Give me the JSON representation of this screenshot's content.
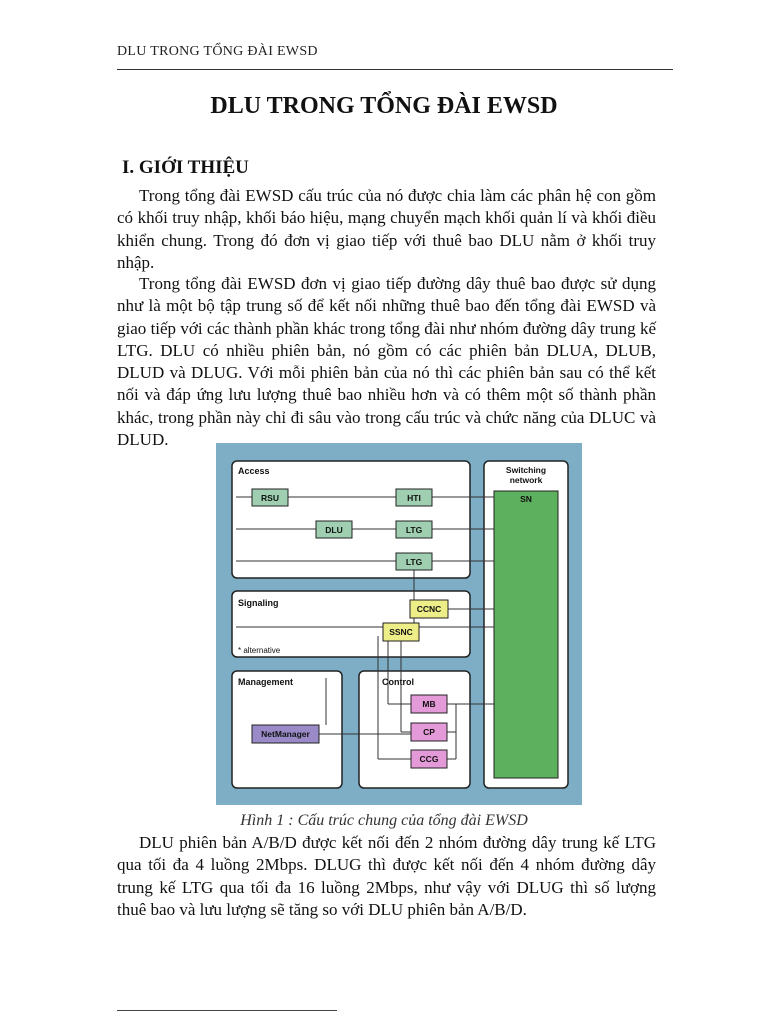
{
  "header": {
    "running_title": "DLU TRONG TỔNG ĐÀI EWSD"
  },
  "document": {
    "title": "DLU TRONG TỔNG ĐÀI EWSD",
    "section_heading": "I. GIỚI THIỆU",
    "paragraphs": [
      "Trong tổng đài EWSD cấu trúc của nó được chia làm các phân hệ con gồm có khối truy nhập, khối báo hiệu, mạng chuyển mạch khối quản lí và khối điều khiển chung. Trong đó đơn vị giao tiếp với thuê bao DLU nằm ở khối truy nhập.",
      "Trong tổng đài EWSD đơn vị giao tiếp đường dây thuê bao được sử dụng như là một bộ tập trung số để kết nối những thuê bao đến tổng đài EWSD và giao tiếp với các thành phần khác trong tổng đài như nhóm đường dây trung kế LTG. DLU có nhiều phiên bản, nó gồm có các phiên bản DLUA, DLUB, DLUD và DLUG. Với mỗi phiên bản của nó thì các phiên bản sau có thể kết nối và đáp ứng lưu lượng thuê bao nhiều hơn và có thêm một số thành phần khác, trong phần này chỉ đi sâu vào trong cấu trúc và chức năng của DLUC và DLUD.",
      "DLU phiên bản A/B/D được kết nối đến 2 nhóm đường dây trung kế LTG qua tối đa 4 luồng 2Mbps. DLUG thì được kết nối đến 4 nhóm đường dây trung kế LTG qua tối đa 16 luồng 2Mbps, như vậy với DLUG thì số lượng thuê bao và lưu lượng sẽ tăng so với DLU phiên bản A/B/D."
    ]
  },
  "figure": {
    "caption": "Hình 1 : Cấu trúc chung của tổng đài EWSD",
    "groups": {
      "access": "Access",
      "switching_line1": "Switching",
      "switching_line2": "network",
      "signaling": "Signaling",
      "alternative_note": "* alternative",
      "management": "Management",
      "control": "Control"
    },
    "blocks": {
      "rsu": "RSU",
      "hti": "HTI",
      "dlu": "DLU",
      "ltg1": "LTG",
      "ltg2": "LTG",
      "ccnc": "CCNC",
      "ssnc": "SSNC",
      "netmanager": "NetManager",
      "mb": "MB",
      "cp": "CP",
      "ccg": "CCG",
      "sn": "SN"
    },
    "colors": {
      "background": "#7daec5",
      "access_block": "#9fceb0",
      "signaling_block": "#eeee88",
      "control_block": "#e49ad8",
      "netmanager_block": "#9a8ac8",
      "switching_network": "#5db05d"
    }
  }
}
